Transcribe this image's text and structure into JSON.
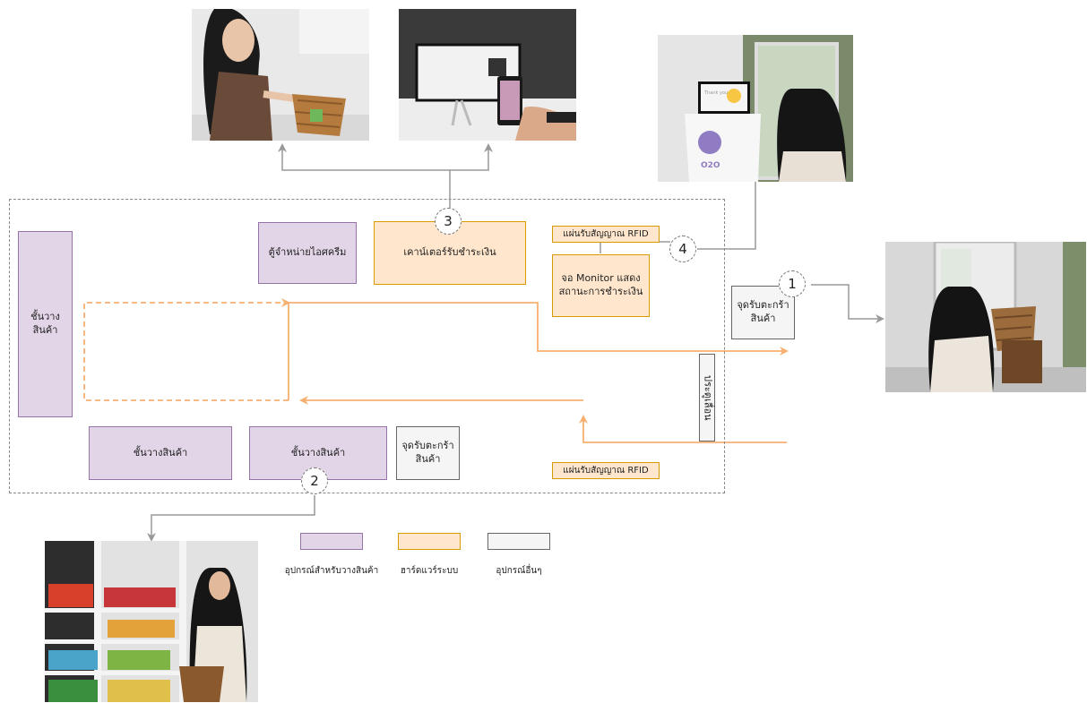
{
  "floor_plan": {
    "shelf_left": "ชั้นวาง\nสินค้า",
    "shelf_bottom_1": "ชั้นวางสินค้า",
    "shelf_bottom_2": "ชั้นวางสินค้า",
    "ice_cream_cabinet": "ตู้จำหน่ายไอศครีม",
    "checkout_counter": "เคาน์เตอร์รับชำระเงิน",
    "monitor": "จอ Monitor แสดง\nสถานะการชำระเงิน",
    "rfid_top": "แผ่นรับสัญญาณ RFID",
    "rfid_bottom": "แผ่นรับสัญญาณ RFID",
    "basket_point_inside": "จุดรับตะกร้า\nสินค้า",
    "basket_point_outside": "จุดรับตะกร้า\nสินค้า",
    "sliding_door": "ประตูเลื่อน"
  },
  "markers": [
    "1",
    "2",
    "3",
    "4"
  ],
  "legend": [
    {
      "label": "อุปกรณ์สำหรับวางสินค้า",
      "color": "#e1d5e7",
      "border": "#9673a6"
    },
    {
      "label": "ฮาร์ดแวร์ระบบ",
      "color": "#ffe6cc",
      "border": "#d79b00"
    },
    {
      "label": "อุปกรณ์อื่นๆ",
      "color": "#f5f5f5",
      "border": "#666666"
    }
  ],
  "photo_screen": {
    "title": "Thank you",
    "emoji": "☺"
  },
  "photo_kiosk": {
    "logo": "O2O"
  },
  "colors": {
    "flow": "#f5b070",
    "connector": "#999999"
  }
}
